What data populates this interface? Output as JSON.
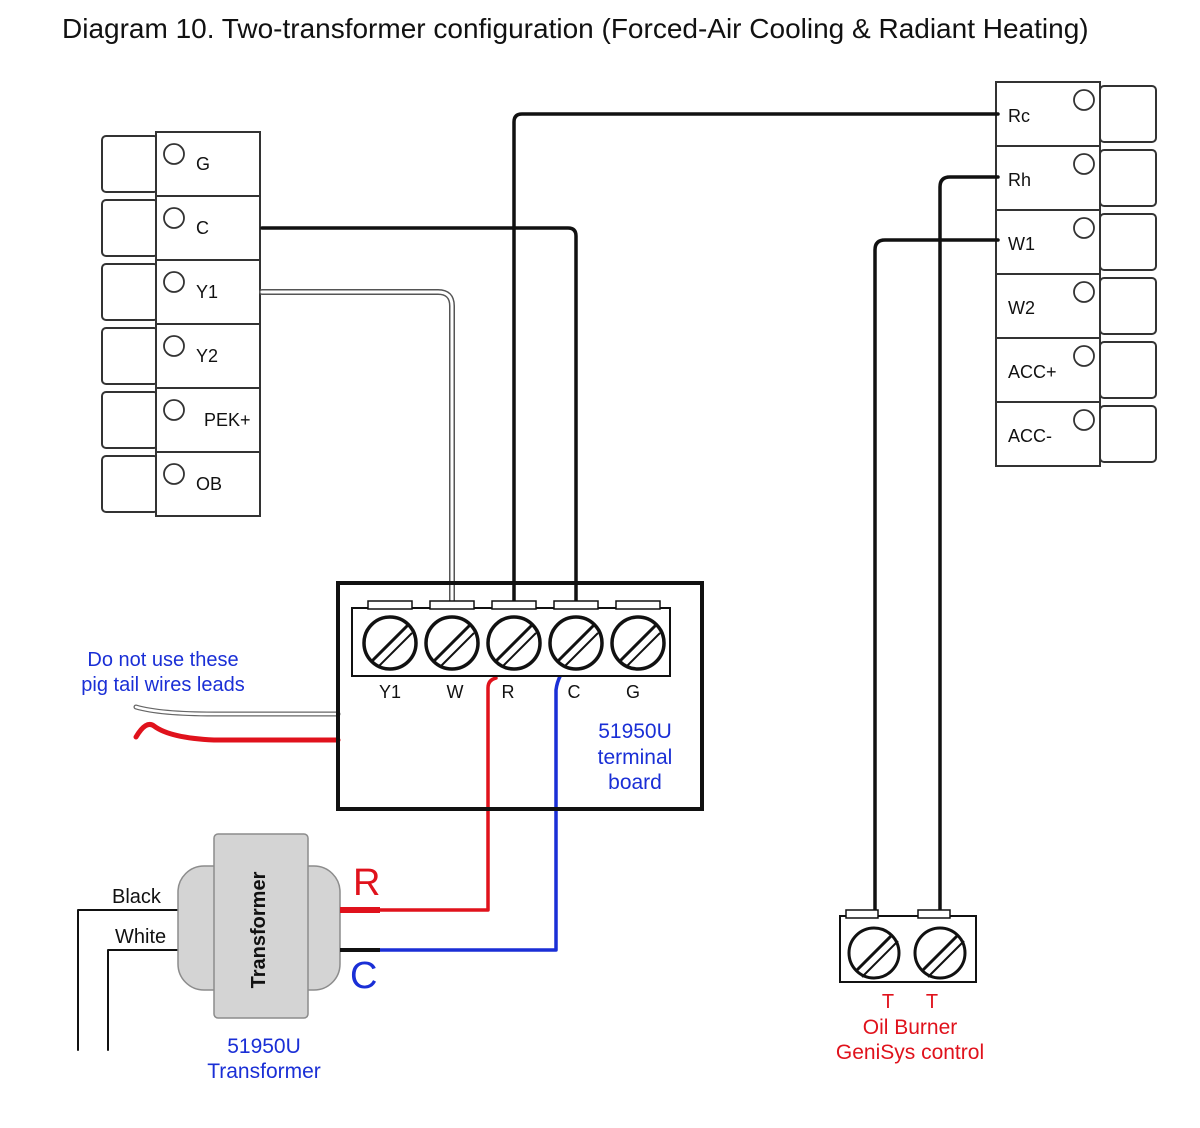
{
  "title": "Diagram 10. Two-transformer configuration (Forced-Air Cooling & Radiant Heating)",
  "left_terminals": [
    "G",
    "C",
    "Y1",
    "Y2",
    "PEK+",
    "OB"
  ],
  "right_terminals": [
    "Rc",
    "Rh",
    "W1",
    "W2",
    "ACC+",
    "ACC-"
  ],
  "terminal_board": {
    "screw_labels": [
      "Y1",
      "W",
      "R",
      "C",
      "G"
    ],
    "caption_lines": [
      "51950U",
      "terminal",
      "board"
    ]
  },
  "pigtail_note_lines": [
    "Do not use these",
    "pig tail wires leads"
  ],
  "transformer": {
    "body_label": "Transformer",
    "input_labels": [
      "Black",
      "White"
    ],
    "output_labels": [
      "R",
      "C"
    ],
    "caption_lines": [
      "51950U",
      "Transformer"
    ]
  },
  "oil_burner": {
    "terminal_labels": [
      "T",
      "T"
    ],
    "caption_lines": [
      "Oil Burner",
      "GeniSys control"
    ]
  },
  "colors": {
    "wire_black": "#111111",
    "wire_red": "#e0121c",
    "wire_blue": "#1a2fd6",
    "wire_white_outline": "#555555",
    "label_blue": "#1a2fd6",
    "label_red": "#e0121c",
    "transformer_body": "#d4d4d4"
  }
}
